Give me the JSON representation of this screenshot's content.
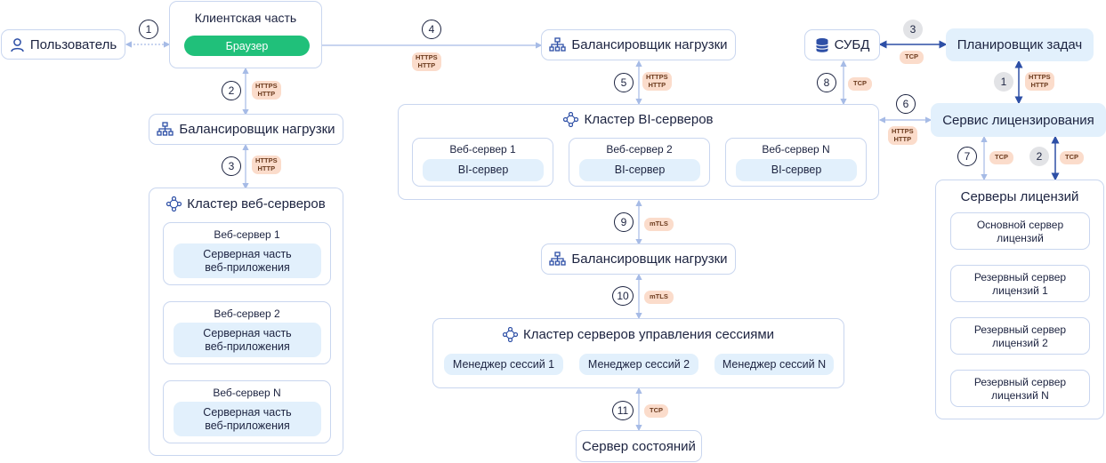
{
  "user": {
    "label": "Пользователь"
  },
  "client": {
    "title": "Клиентская часть",
    "browser": "Браузер"
  },
  "lb": {
    "label": "Балансировщик нагрузки"
  },
  "web_cluster": {
    "title": "Кластер веб-серверов",
    "servers": [
      {
        "name": "Веб-сервер 1",
        "app": "Серверная часть веб-приложения"
      },
      {
        "name": "Веб-сервер 2",
        "app": "Серверная часть веб-приложения"
      },
      {
        "name": "Веб-сервер N",
        "app": "Серверная часть веб-приложения"
      }
    ]
  },
  "bi_cluster": {
    "title": "Кластер BI-серверов",
    "servers": [
      {
        "name": "Веб-сервер 1",
        "app": "BI-сервер"
      },
      {
        "name": "Веб-сервер 2",
        "app": "BI-сервер"
      },
      {
        "name": "Веб-сервер N",
        "app": "BI-сервер"
      }
    ]
  },
  "session_cluster": {
    "title": "Кластер серверов управления сессиями",
    "managers": [
      "Менеджер сессий 1",
      "Менеджер сессий 2",
      "Менеджер сессий N"
    ]
  },
  "state_server": {
    "label": "Сервер состояний"
  },
  "dbms": {
    "label": "СУБД"
  },
  "scheduler": {
    "label": "Планировщик задач"
  },
  "licensing": {
    "label": "Сервис лицензирования"
  },
  "license_servers": {
    "title": "Серверы лицензий",
    "items": [
      "Основной сервер лицензий",
      "Резервный сервер лицензий 1",
      "Резервный сервер лицензий 2",
      "Резервный сервер лицензий N"
    ]
  },
  "protocols": {
    "https_http": "HTTPS HTTP",
    "https": "HTTPS",
    "http": "HTTP",
    "tcp": "TCP",
    "mtls": "mTLS"
  },
  "steps": {
    "n1": "1",
    "n2": "2",
    "n3": "3",
    "n4": "4",
    "n5": "5",
    "n6": "6",
    "n7": "7",
    "n8": "8",
    "n9": "9",
    "n10": "10",
    "n11": "11"
  },
  "colors": {
    "browser": "#20c07a",
    "pill_bg": "#e2f0fc",
    "tag_bg": "#fbdccb",
    "border": "#c9d6ef",
    "icon": "#2d4fa6",
    "connector": "#a6bbe6",
    "licensing_flow": "#2d4fa6"
  }
}
